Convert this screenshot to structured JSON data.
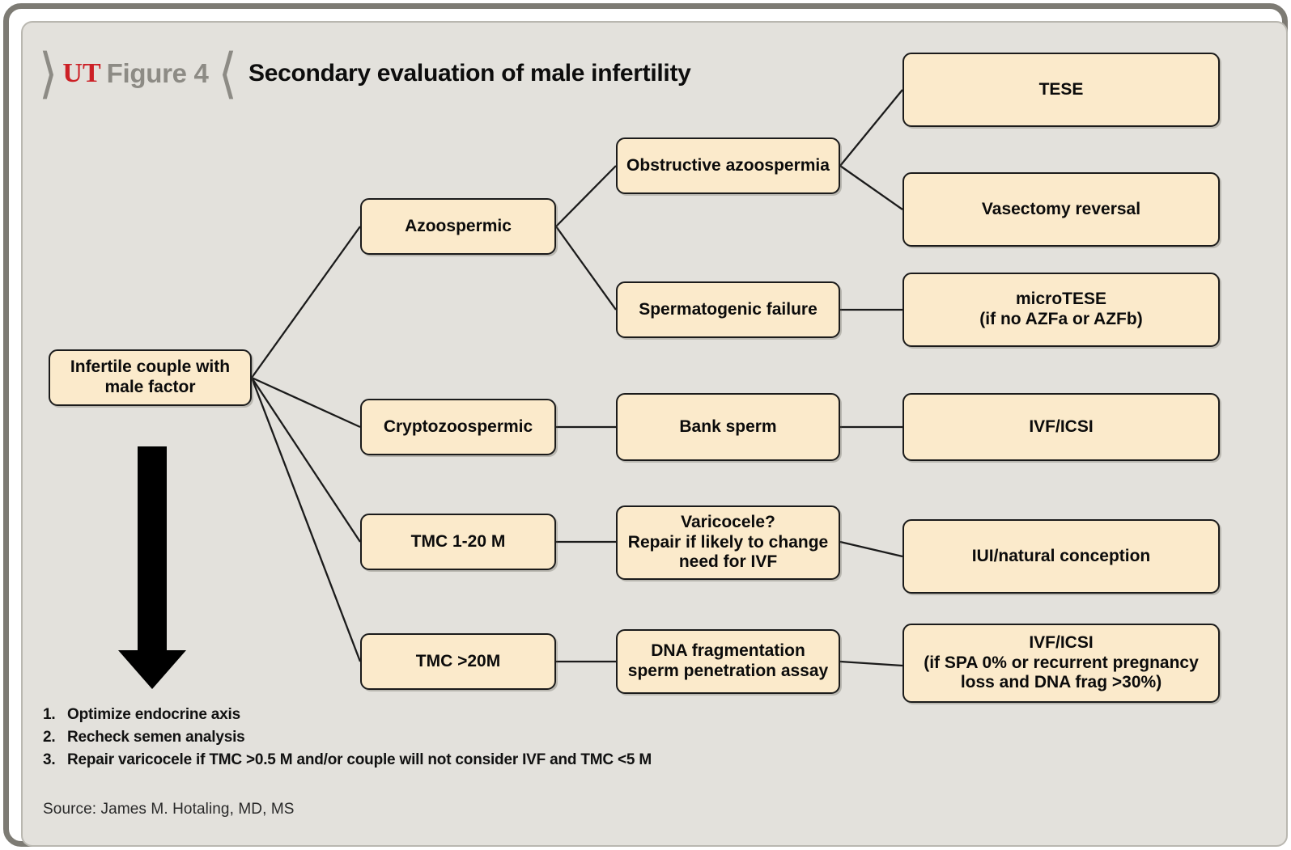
{
  "header": {
    "bracket_right": "⟩",
    "bracket_left": "⟨",
    "brand": "UT",
    "figure_label": "Figure 4",
    "title": "Secondary evaluation of male infertility"
  },
  "colors": {
    "node_fill": "#fbeacb",
    "node_border": "#1b1b1b",
    "panel_bg": "#e3e1dc",
    "frame": "#7d7b74",
    "brand_red": "#cc2026",
    "label_gray": "#8d8b85",
    "connector": "#1b1b1b"
  },
  "nodes": {
    "root": "Infertile couple with\nmale factor",
    "azoospermic": "Azoospermic",
    "obstructive": "Obstructive azoospermia",
    "spermatogenic": "Spermatogenic failure",
    "tese": "TESE",
    "vasectomy": "Vasectomy reversal",
    "microtese": "microTESE\n(if no AZFa or AZFb)",
    "cryptozoospermic": "Cryptozoospermic",
    "bank_sperm": "Bank sperm",
    "ivf_icsi": "IVF/ICSI",
    "tmc_1_20": "TMC 1-20 M",
    "varicocele": "Varicocele?\nRepair if likely to change\nneed for IVF",
    "iui": "IUI/natural conception",
    "tmc_over_20": "TMC >20M",
    "dna_frag": "DNA fragmentation\nsperm penetration assay",
    "ivf_icsi_spa": "IVF/ICSI\n(if SPA 0% or recurrent pregnancy\nloss and DNA frag >30%)"
  },
  "notes": [
    {
      "num": "1.",
      "text": "Optimize endocrine axis"
    },
    {
      "num": "2.",
      "text": "Recheck semen analysis"
    },
    {
      "num": "3.",
      "text": "Repair varicocele if TMC >0.5 M and/or couple will not consider IVF and TMC <5 M"
    }
  ],
  "source": "Source: James M. Hotaling, MD, MS"
}
